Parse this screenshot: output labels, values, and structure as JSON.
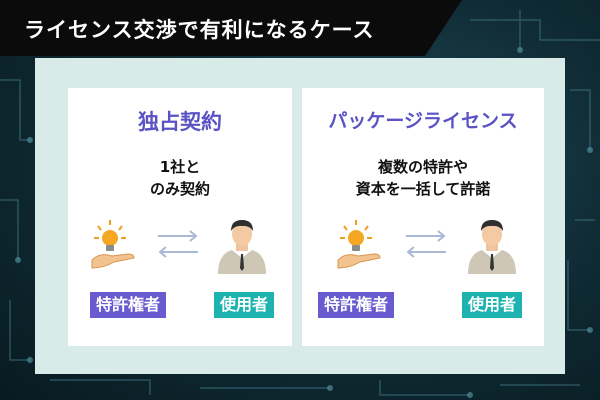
{
  "header": {
    "title": "ライセンス交渉で有利になるケース"
  },
  "cases": [
    {
      "title": "独占契約",
      "description": "1社と\nのみ契約",
      "holder_label": "特許権者",
      "user_label": "使用者"
    },
    {
      "title": "パッケージライセンス",
      "description": "複数の特許や\n資本を一括して許諾",
      "holder_label": "特許権者",
      "user_label": "使用者"
    }
  ],
  "icons": {
    "inventor": "lightbulb-hand-icon",
    "user": "businessman-icon",
    "exchange": "exchange-arrows-icon"
  },
  "colors": {
    "holder_badge": "#6a5ad0",
    "user_badge": "#1fb3b0",
    "card_title": "#5a52c5",
    "frame": "#d8ebe9"
  }
}
